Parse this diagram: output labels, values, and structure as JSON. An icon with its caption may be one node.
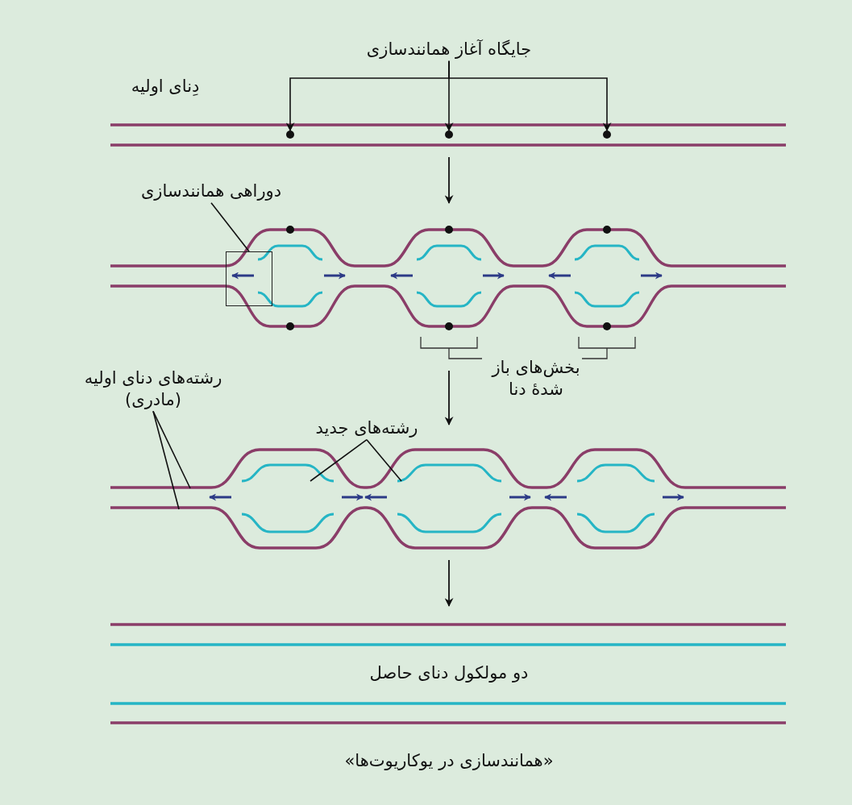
{
  "diagram": {
    "caption": "«همانندسازی در یوکاریوت‌ها»",
    "nodes": [
      {
        "text": [
          "جایگاه آغاز همانندسازی"
        ]
      },
      {
        "text": [],
        "shape": "circle"
      },
      {
        "text": [],
        "shape": "circle"
      },
      {
        "text": [],
        "shape": "circle"
      },
      {
        "text": [
          "دوراهی همانندسازی"
        ]
      },
      {
        "text": [],
        "shape": "box"
      },
      {
        "text": [
          "رشته‌های دنای اولیه (مادری)"
        ]
      },
      {
        "text": [
          "رشته‌های جدید"
        ]
      }
    ],
    "edges": [
      {
        "from": 0,
        "to": 1,
        "arrow": "to"
      },
      {
        "from": 0,
        "to": 2,
        "arrow": "to"
      },
      {
        "from": 0,
        "to": 3,
        "arrow": "to"
      },
      {
        "from": 4,
        "to": 5,
        "arrow": "none"
      },
      {
        "from": 6,
        "to": null,
        "arrow": "none"
      },
      {
        "from": 6,
        "to": null,
        "arrow": "none"
      },
      {
        "from": 7,
        "to": null,
        "arrow": "none"
      },
      {
        "from": 7,
        "to": null,
        "arrow": "none"
      }
    ],
    "labels": [
      "دِنای اولیه",
      "بخش‌های باز شدهٔ دنا",
      "دو مولکول دنای حاصل"
    ]
  }
}
